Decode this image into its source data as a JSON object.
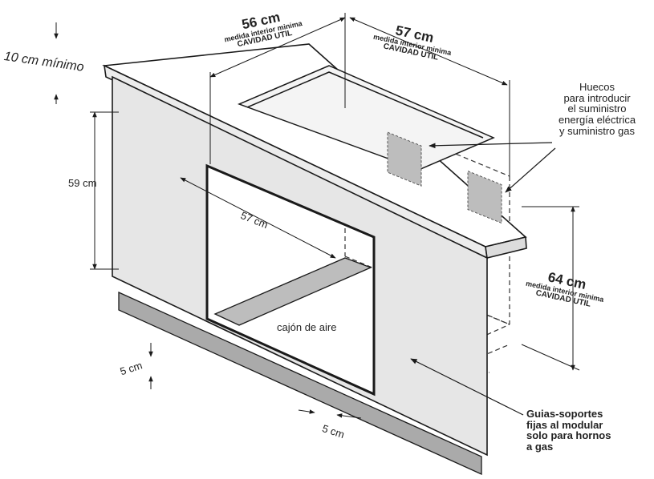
{
  "labels": {
    "min_depth": "10 cm mínimo",
    "height_59": "59 cm",
    "width_57_inner": "57 cm",
    "air_drawer": "cajón de aire",
    "bottom_5_left": "5 cm",
    "bottom_5_right": "5 cm",
    "width_56": "56 cm",
    "width_57_top": "57 cm",
    "height_64": "64 cm",
    "inner_measure": "medida interior minima",
    "cavity": "CAVIDAD UTIL",
    "holes_note": [
      "Huecos",
      "para introducir",
      "el suministro",
      "energía eléctrica",
      "y suministro gas"
    ],
    "guides_note": [
      "Guias-soportes",
      "fijas al modular",
      "solo para hornos",
      "a gas"
    ]
  },
  "colors": {
    "line": "#1a1a1a",
    "panel": "#e6e6e6",
    "hole": "#bdbdbd",
    "base": "#aaaaaa"
  }
}
